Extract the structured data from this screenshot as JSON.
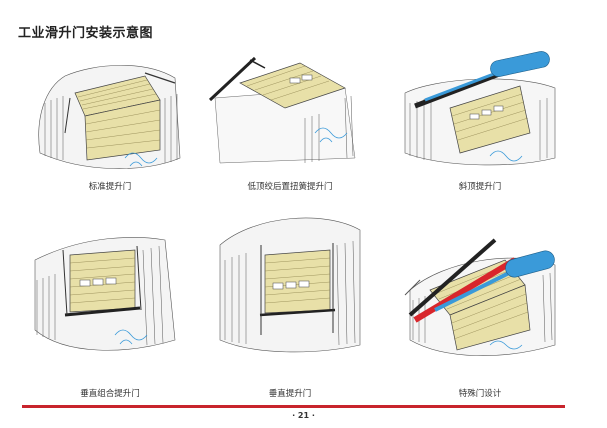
{
  "title": "工业滑升门安装示意图",
  "panels": [
    {
      "caption": "标准提升门",
      "icon": "standard-lift-door"
    },
    {
      "caption": "低顶绞后置扭簧提升门",
      "icon": "low-headroom-rear-spring-door"
    },
    {
      "caption": "斜顶提升门",
      "icon": "sloped-roof-lift-door"
    },
    {
      "caption": "垂直组合提升门",
      "icon": "vertical-combination-lift-door"
    },
    {
      "caption": "垂直提升门",
      "icon": "vertical-lift-door"
    },
    {
      "caption": "特殊门设计",
      "icon": "special-door-design"
    }
  ],
  "footer": {
    "page_number": "· 21 ·",
    "rule_color": "#c8242c"
  },
  "colors": {
    "door_panel": "#e8e0a8",
    "spring_blue": "#3a9ad9",
    "spring_red": "#d8262c",
    "track_black": "#222222"
  }
}
